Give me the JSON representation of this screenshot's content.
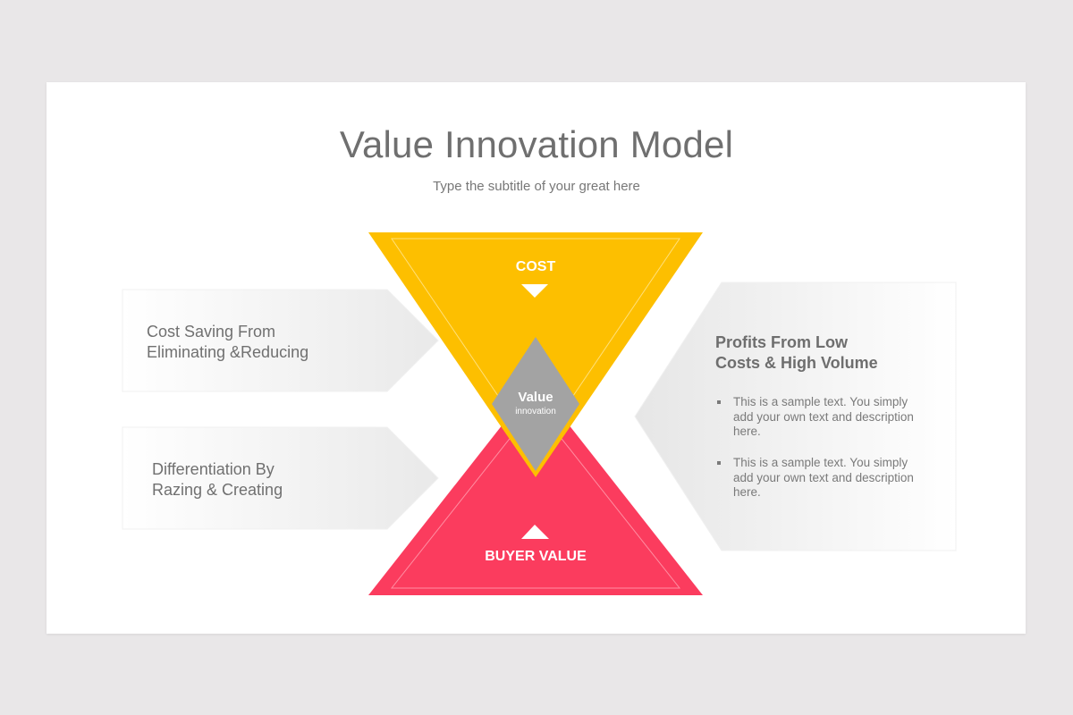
{
  "slide": {
    "title": "Value Innovation Model",
    "subtitle": "Type the subtitle of your great here"
  },
  "diagram": {
    "top_triangle": {
      "label": "COST",
      "color": "#fdbf00",
      "arrow": "down-arrow"
    },
    "bottom_triangle": {
      "label": "BUYER VALUE",
      "color": "#fb3c5e",
      "arrow": "up-arrow"
    },
    "center_diamond": {
      "label": "Value",
      "sublabel": "innovation",
      "color": "#a3a3a3"
    }
  },
  "left_arrows": [
    {
      "line1": "Cost Saving From",
      "line2": "Eliminating &Reducing"
    },
    {
      "line1": "Differentiation By",
      "line2": "Razing & Creating"
    }
  ],
  "right_panel": {
    "title_line1": "Profits From Low",
    "title_line2": "Costs & High Volume",
    "bullets": [
      {
        "line1": "This is a sample text. You simply",
        "line2": "add your own text and description",
        "line3": "here."
      },
      {
        "line1": "This is a sample text. You simply",
        "line2": "add your own text and description",
        "line3": "here."
      }
    ]
  }
}
